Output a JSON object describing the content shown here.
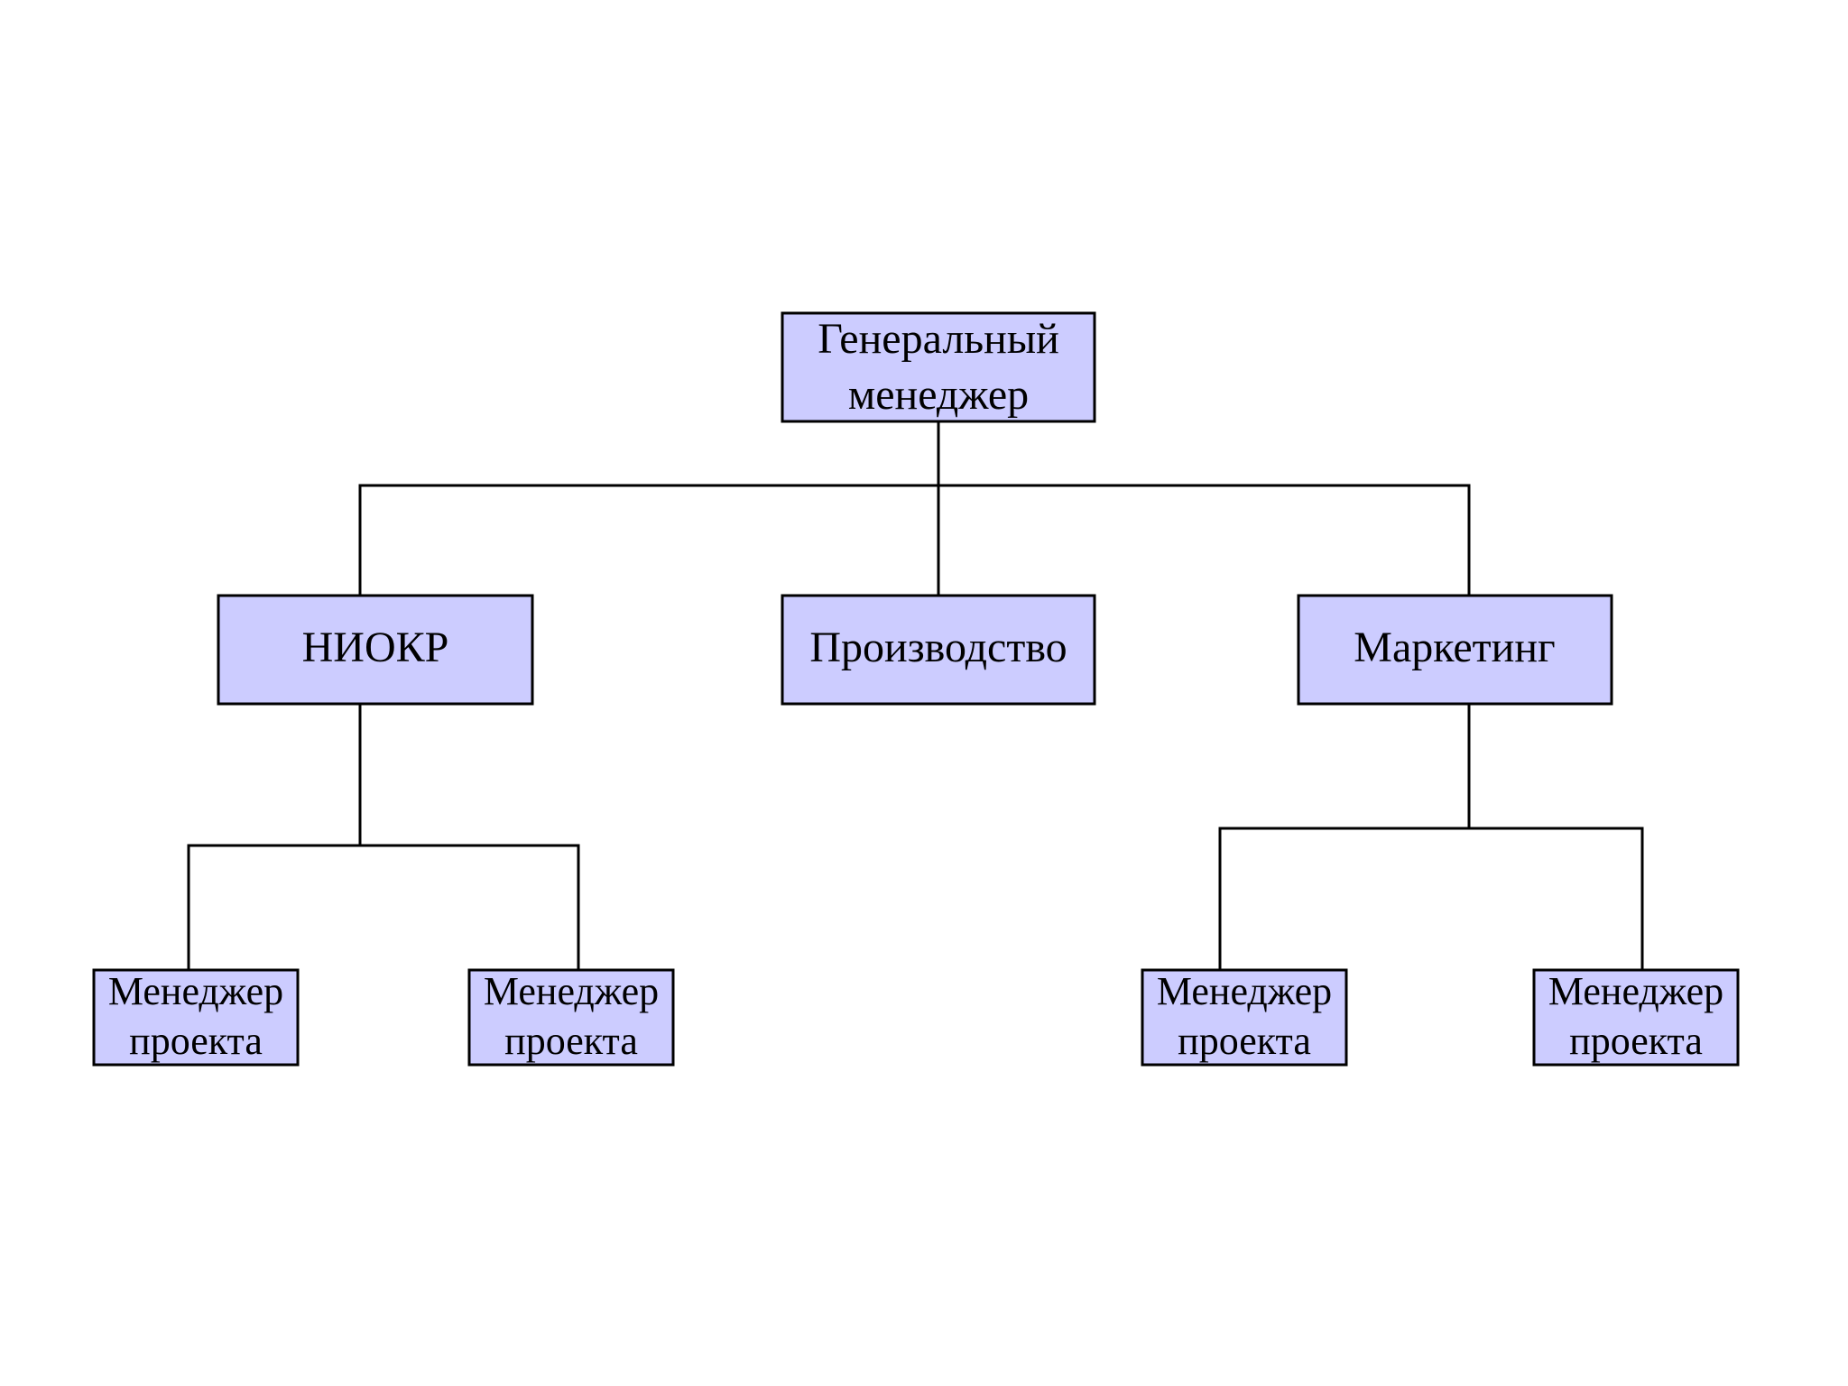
{
  "org_chart": {
    "root": {
      "line1": "Генеральный",
      "line2": "менеджер"
    },
    "departments": {
      "rnd": "НИОКР",
      "production": "Производство",
      "marketing": "Маркетинг"
    },
    "project_managers": {
      "rnd_1": {
        "line1": "Менеджер",
        "line2": "проекта"
      },
      "rnd_2": {
        "line1": "Менеджер",
        "line2": "проекта"
      },
      "marketing_1": {
        "line1": "Менеджер",
        "line2": "проекта"
      },
      "marketing_2": {
        "line1": "Менеджер",
        "line2": "проекта"
      }
    },
    "colors": {
      "box_fill": "#ccccff",
      "line": "#000000",
      "background": "#ffffff"
    }
  }
}
